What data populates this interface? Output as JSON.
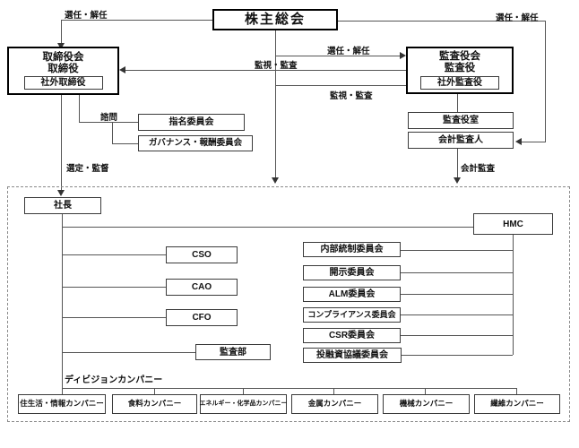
{
  "diagram": {
    "nodes": {
      "shareholders": {
        "label": "株主総会"
      },
      "board": {
        "line1": "取締役会",
        "line2": "取締役",
        "inner": "社外取締役"
      },
      "audit_board": {
        "line1": "監査役会",
        "line2": "監査役",
        "inner": "社外監査役"
      },
      "nomination_committee": {
        "label": "指名委員会"
      },
      "governance_committee": {
        "label": "ガバナンス・報酬委員会"
      },
      "audit_office": {
        "label": "監査役室"
      },
      "accounting_auditor": {
        "label": "会計監査人"
      },
      "president": {
        "label": "社長"
      },
      "hmc": {
        "label": "HMC"
      },
      "cso": {
        "label": "CSO"
      },
      "cao": {
        "label": "CAO"
      },
      "cfo": {
        "label": "CFO"
      },
      "audit_department": {
        "label": "監査部"
      }
    },
    "committees": [
      "内部統制委員会",
      "開示委員会",
      "ALM委員会",
      "コンプライアンス委員会",
      "CSR委員会",
      "投融資協議委員会"
    ],
    "companies": [
      "住生活・情報カンパニー",
      "食料カンパニー",
      "エネルギー・化学品カンパニー",
      "金属カンパニー",
      "機械カンパニー",
      "繊維カンパニー"
    ],
    "edge_labels": {
      "appoint_dismiss_left": "選任・解任",
      "appoint_dismiss_mid": "選任・解任",
      "appoint_dismiss_right": "選任・解任",
      "monitor_audit_1": "監視・監査",
      "monitor_audit_2": "監視・監査",
      "advisory": "諮問",
      "select_supervise": "選定・監督",
      "accounting_audit": "会計監査",
      "division_company": "ディビジョンカンパニー"
    }
  },
  "colors": {
    "background": "#ffffff",
    "line": "#555555",
    "box_border": "#3a3a3a",
    "bold_border": "#000000",
    "dashed_border": "#8a8a8a",
    "text": "#111111"
  }
}
